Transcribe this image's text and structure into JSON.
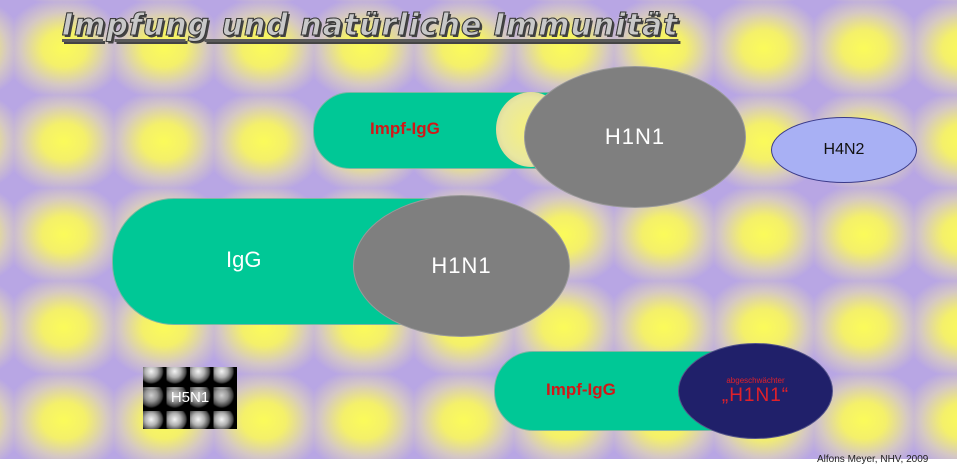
{
  "title": "Impfung und natürliche Immunität",
  "blocks": {
    "top": {
      "antibody_label": "Impf-IgG",
      "virus_label": "H1N1"
    },
    "middle": {
      "antibody_label": "IgG",
      "virus_label": "H1N1"
    },
    "bottom": {
      "antibody_label": "Impf-IgG",
      "virus_small_label": "abgeschwächter",
      "virus_label": "„H1N1“"
    }
  },
  "other_viruses": {
    "h4n2_label": "H4N2",
    "h5n1_label": "H5N1"
  },
  "footer": "Alfons Meyer, NHV, 2009",
  "colors": {
    "antibody": "#00c896",
    "virus": "#7f7f7f",
    "h4n2": "#a8b0f4",
    "attenuated_virus": "#20206a",
    "label_red": "#d01818",
    "background_purple": "#b8a6e4",
    "background_yellow": "#fbfb5a"
  }
}
